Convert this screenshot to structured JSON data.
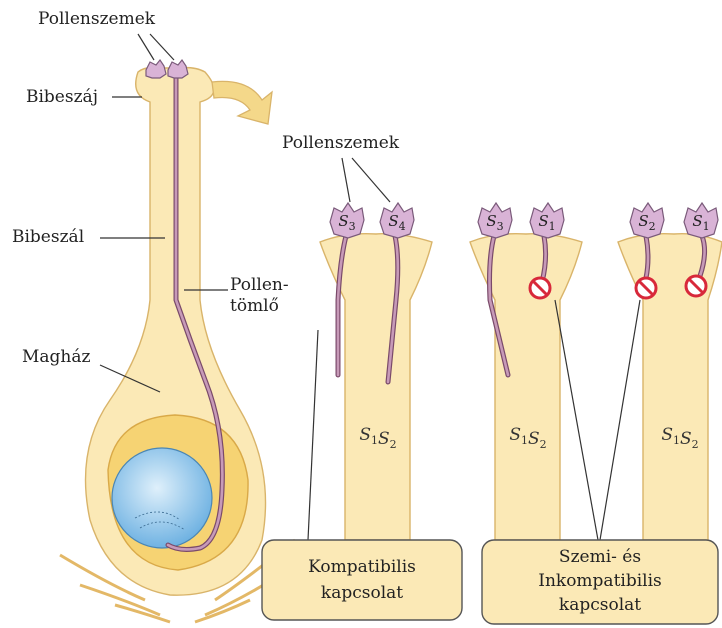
{
  "labels": {
    "pollen_top": "Pollenszemek",
    "stigma": "Bibeszáj",
    "style": "Bibeszál",
    "pollen_tube_1": "Pollen-",
    "pollen_tube_2": "tömlő",
    "ovary": "Magház",
    "pollen_right": "Pollenszemek"
  },
  "columns": [
    {
      "grains": [
        "S3",
        "S4"
      ],
      "genotype": "S1S2"
    },
    {
      "grains": [
        "S3",
        "S1"
      ],
      "genotype": "S1S2"
    },
    {
      "grains": [
        "S2",
        "S1"
      ],
      "genotype": "S1S2"
    }
  ],
  "boxes": {
    "compatible_1": "Kompatibilis",
    "compatible_2": "kapcsolat",
    "incompatible_1": "Szemi- és",
    "incompatible_2": "Inkompatibilis",
    "incompatible_3": "kapcsolat"
  },
  "colors": {
    "tissue": "#fbe9b6",
    "tissue_dark": "#f3cf6e",
    "ovule": "#8ec5ec",
    "pollen": "#d9b3d6",
    "tube": "#7a4a6a",
    "block": "#d8283a"
  }
}
